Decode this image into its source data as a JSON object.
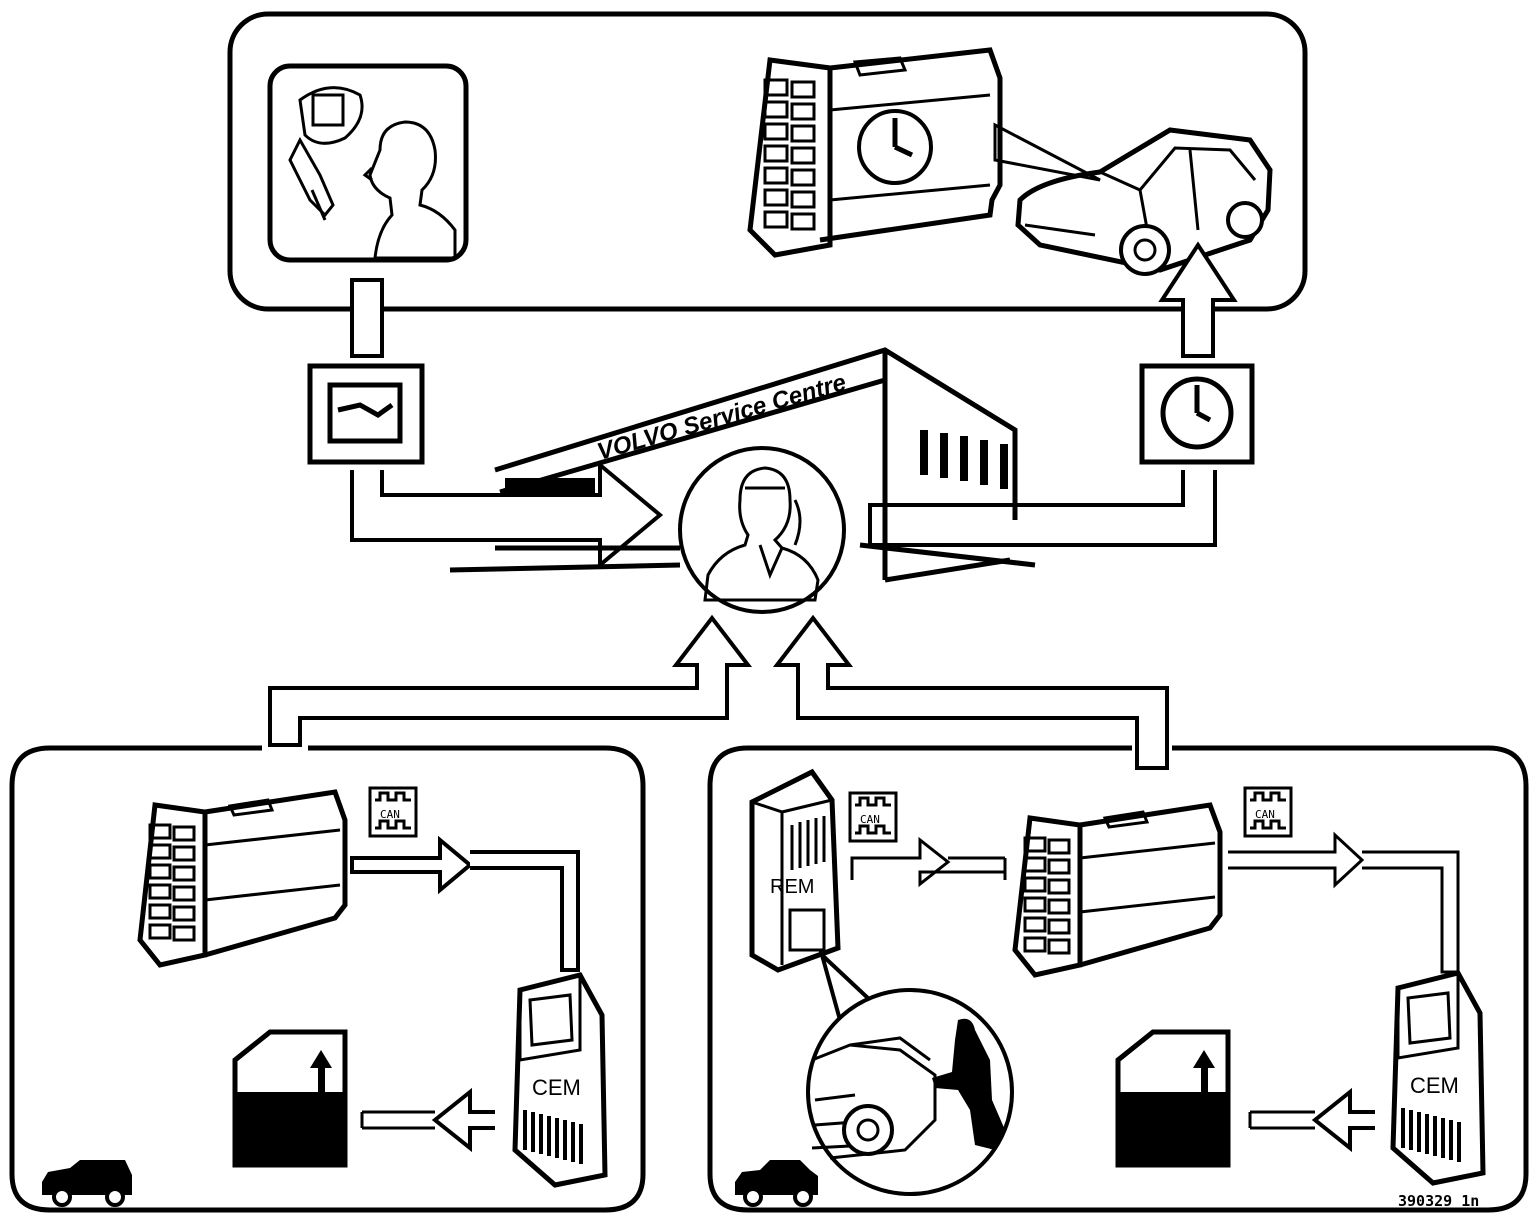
{
  "colors": {
    "ink": "#000000",
    "paper": "#ffffff"
  },
  "header": {
    "building_sign": "VOLVO Service Centre"
  },
  "top_panel": {
    "left_picture": "owner-with-key-icon",
    "device": "module-with-clock-icon",
    "car": "estate-car-icon"
  },
  "left_panel": {
    "bus_label": "CAN",
    "cem_label": "CEM",
    "vehicle": "estate-car-icon"
  },
  "right_panel": {
    "bus_label_1": "CAN",
    "bus_label_2": "CAN",
    "rem_label": "REM",
    "cem_label": "CEM",
    "vehicle": "sedan-car-icon"
  },
  "figure_id": "390329 1n"
}
